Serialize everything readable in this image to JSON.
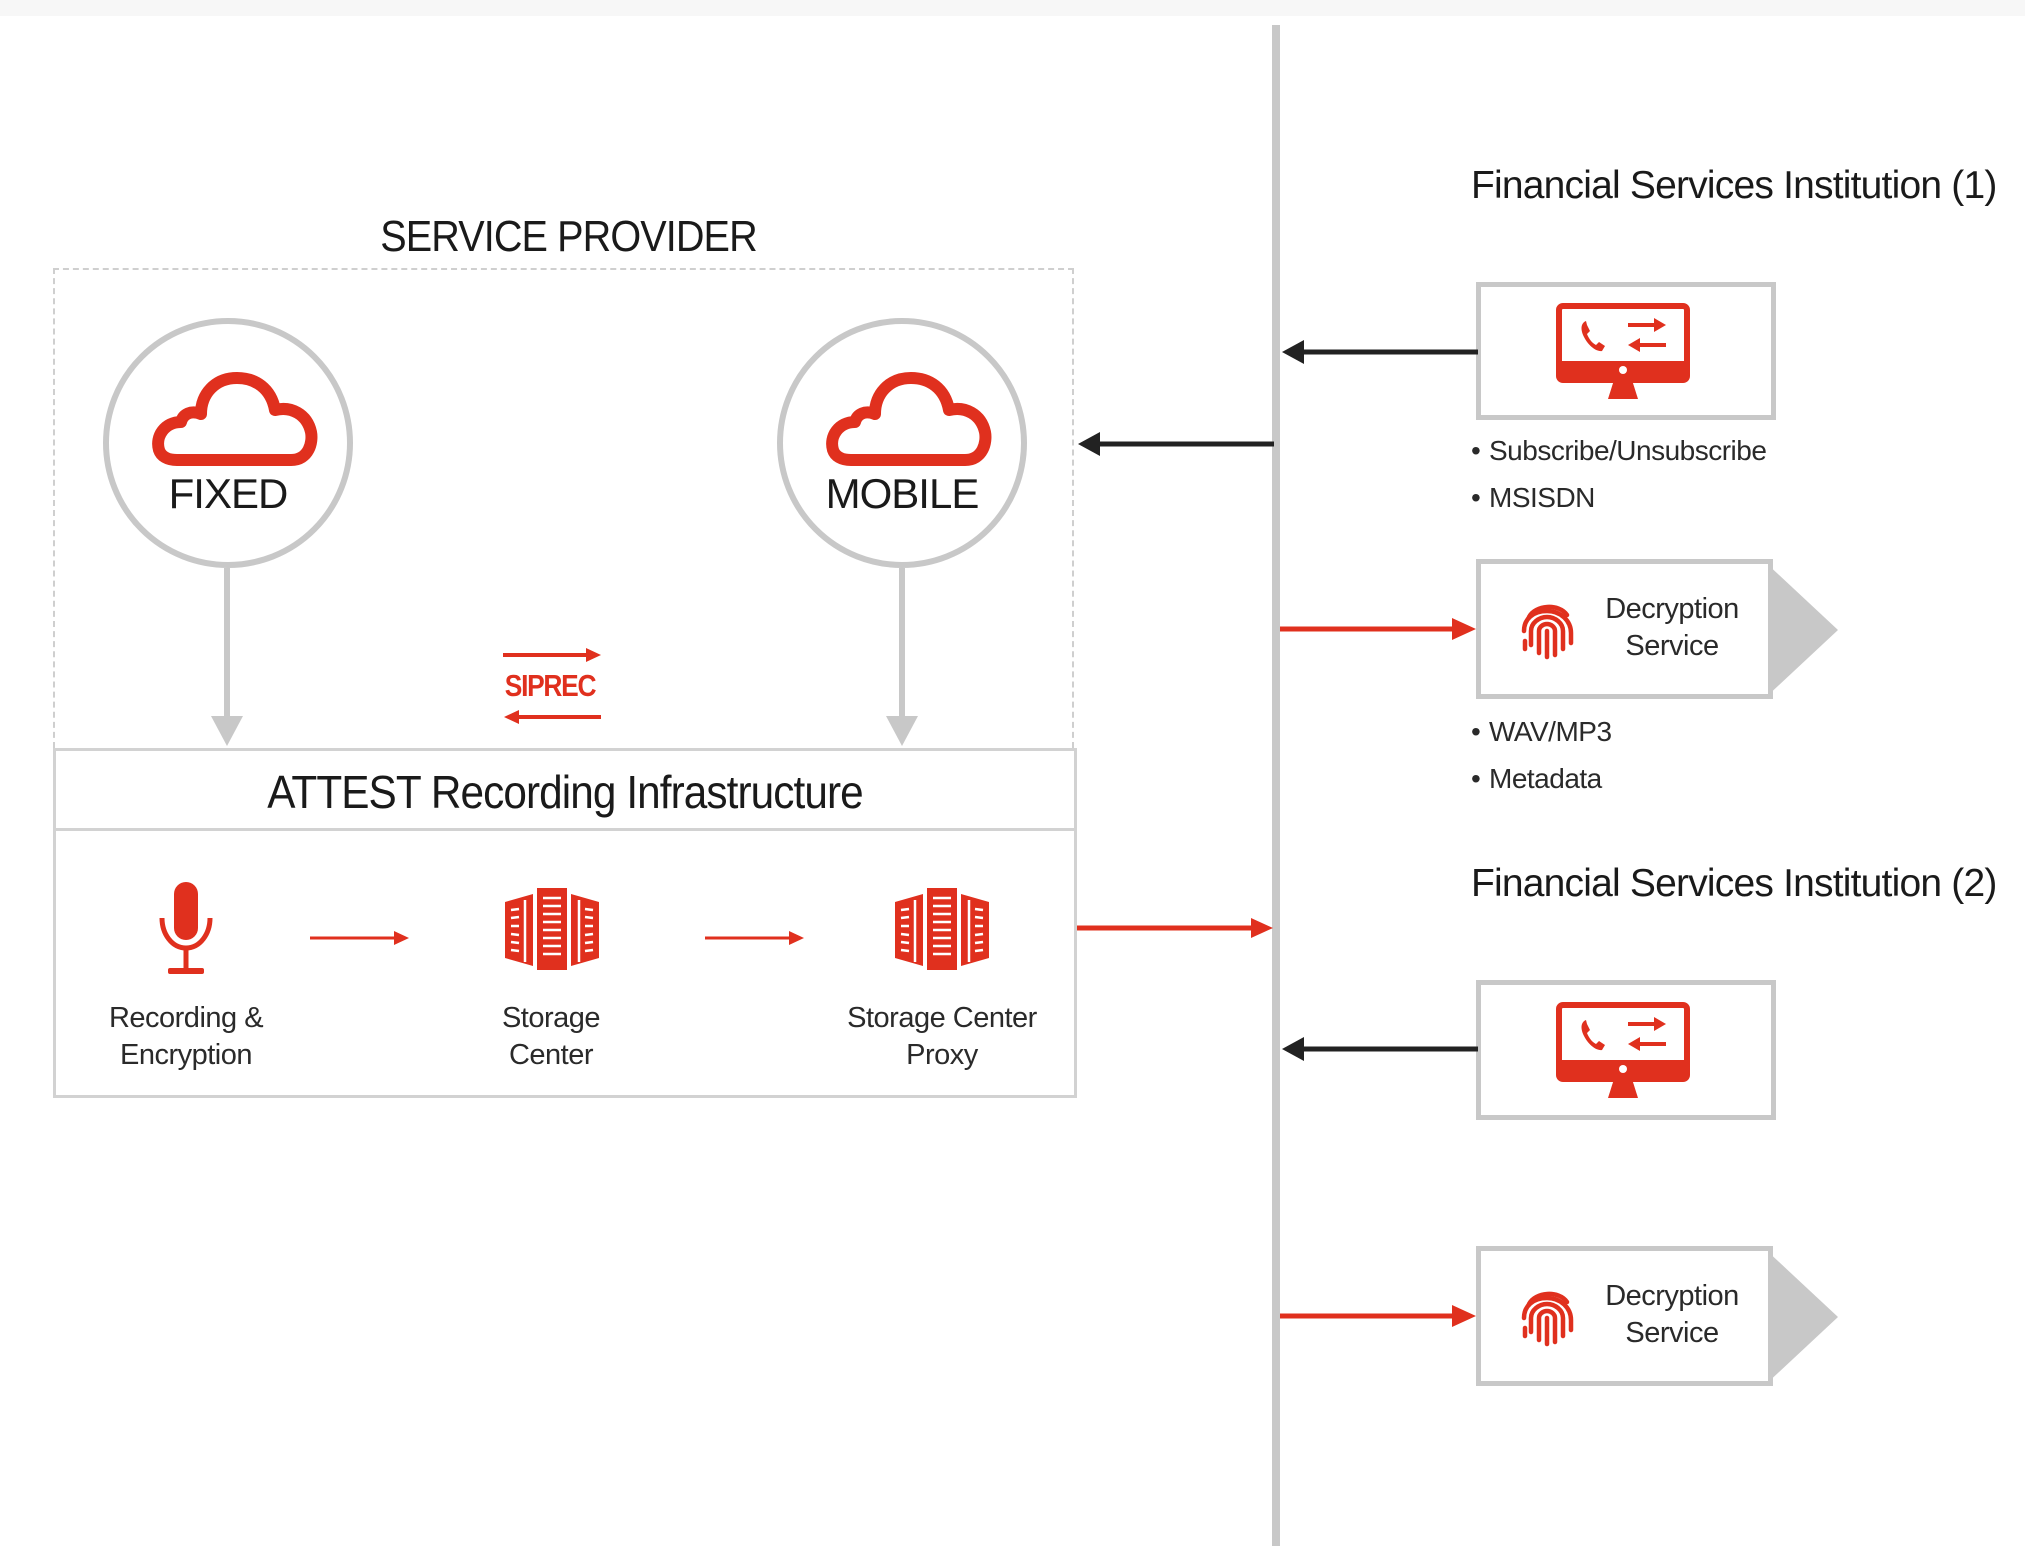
{
  "colors": {
    "accent_red": "#e0301e",
    "connector_gray": "#c8c8c8",
    "arrow_black": "#222222",
    "text": "#1a1a1a"
  },
  "service_provider": {
    "title": "SERVICE PROVIDER",
    "nodes": [
      {
        "label": "FIXED",
        "icon": "cloud-icon"
      },
      {
        "label": "MOBILE",
        "icon": "cloud-icon"
      }
    ],
    "protocol_label": "SIPREC"
  },
  "infrastructure": {
    "title": "ATTEST Recording Infrastructure",
    "components": [
      {
        "line1": "Recording &",
        "line2": "Encryption",
        "icon": "microphone-icon"
      },
      {
        "line1": "Storage",
        "line2": "Center",
        "icon": "server-rack-icon"
      },
      {
        "line1": "Storage Center",
        "line2": "Proxy",
        "icon": "server-rack-icon"
      }
    ]
  },
  "institutions": [
    {
      "title": "Financial Services Institution (1)",
      "console_icon": "monitor-call-transfer-icon",
      "console_bullets": [
        "Subscribe/Unsubscribe",
        "MSISDN"
      ],
      "decryption": {
        "line1": "Decryption",
        "line2": "Service",
        "icon": "fingerprint-icon"
      },
      "decryption_bullets": [
        "WAV/MP3",
        "Metadata"
      ]
    },
    {
      "title": "Financial Services Institution (2)",
      "console_icon": "monitor-call-transfer-icon",
      "console_bullets": [],
      "decryption": {
        "line1": "Decryption",
        "line2": "Service",
        "icon": "fingerprint-icon"
      },
      "decryption_bullets": []
    }
  ]
}
